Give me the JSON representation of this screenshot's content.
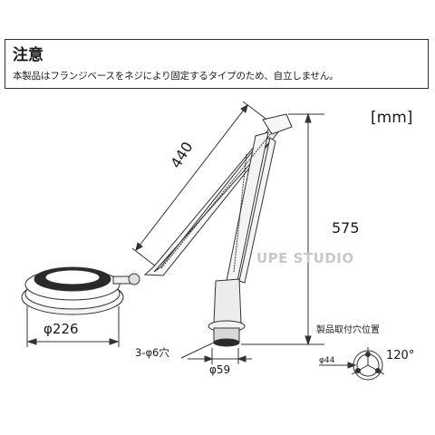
{
  "notice": {
    "title": "注意",
    "text": "本製品はフランジベースをネジにより固定するタイプのため、自立しません。"
  },
  "drawing": {
    "unit": "[mm]",
    "arm_length": "440",
    "total_height": "575",
    "lens_diameter": "φ226",
    "base_holes": "3-φ6穴",
    "base_diameter": "φ59",
    "mount_caption": "製品取付穴位置",
    "mount_circle": "φ44",
    "mount_angle": "120°",
    "watermark": "UPE STUDIO"
  }
}
